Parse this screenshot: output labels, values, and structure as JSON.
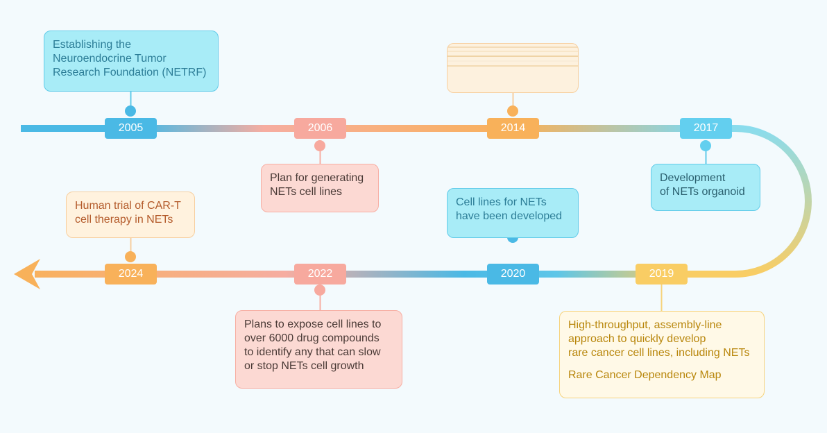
{
  "colors": {
    "blue": "#4ab9e5",
    "sky": "#63cfef",
    "pink": "#f7a99e",
    "orange": "#f8b15a",
    "yellow": "#f9cd64",
    "box_blue_bg": "#a8ecf7",
    "box_blue_border": "#61cbe9",
    "box_pink_bg": "#fcd9d3",
    "box_pink_border": "#f7aea3",
    "box_cream_bg": "#fff2de",
    "box_cream_border": "#f7cf9f",
    "box_yellow_bg": "#fff9e7",
    "box_yellow_border": "#f6d37c"
  },
  "milestones": [
    {
      "year": "2005",
      "text": [
        "Establishing the",
        "Neuroendocrine Tumor",
        "Research Foundation (NETRF)"
      ]
    },
    {
      "year": "2006",
      "text": [
        "Plan for generating",
        "NETs cell lines"
      ]
    },
    {
      "year": "2014",
      "text": []
    },
    {
      "year": "2017",
      "text": [
        "Development",
        "of NETs organoid"
      ]
    },
    {
      "year": "2019",
      "text": [
        "High-throughput, assembly-line",
        "approach to quickly develop",
        "rare cancer cell lines, including NETs"
      ],
      "extra": "Rare Cancer Dependency Map"
    },
    {
      "year": "2020",
      "text": [
        "Cell lines for NETs",
        "have been developed"
      ]
    },
    {
      "year": "2022",
      "text": [
        "Plans to expose cell lines to",
        "over 6000 drug compounds",
        "to identify any that can slow",
        "or stop NETs cell growth"
      ]
    },
    {
      "year": "2024",
      "text": [
        "Human trial of CAR-T",
        "cell therapy in NETs"
      ]
    }
  ]
}
